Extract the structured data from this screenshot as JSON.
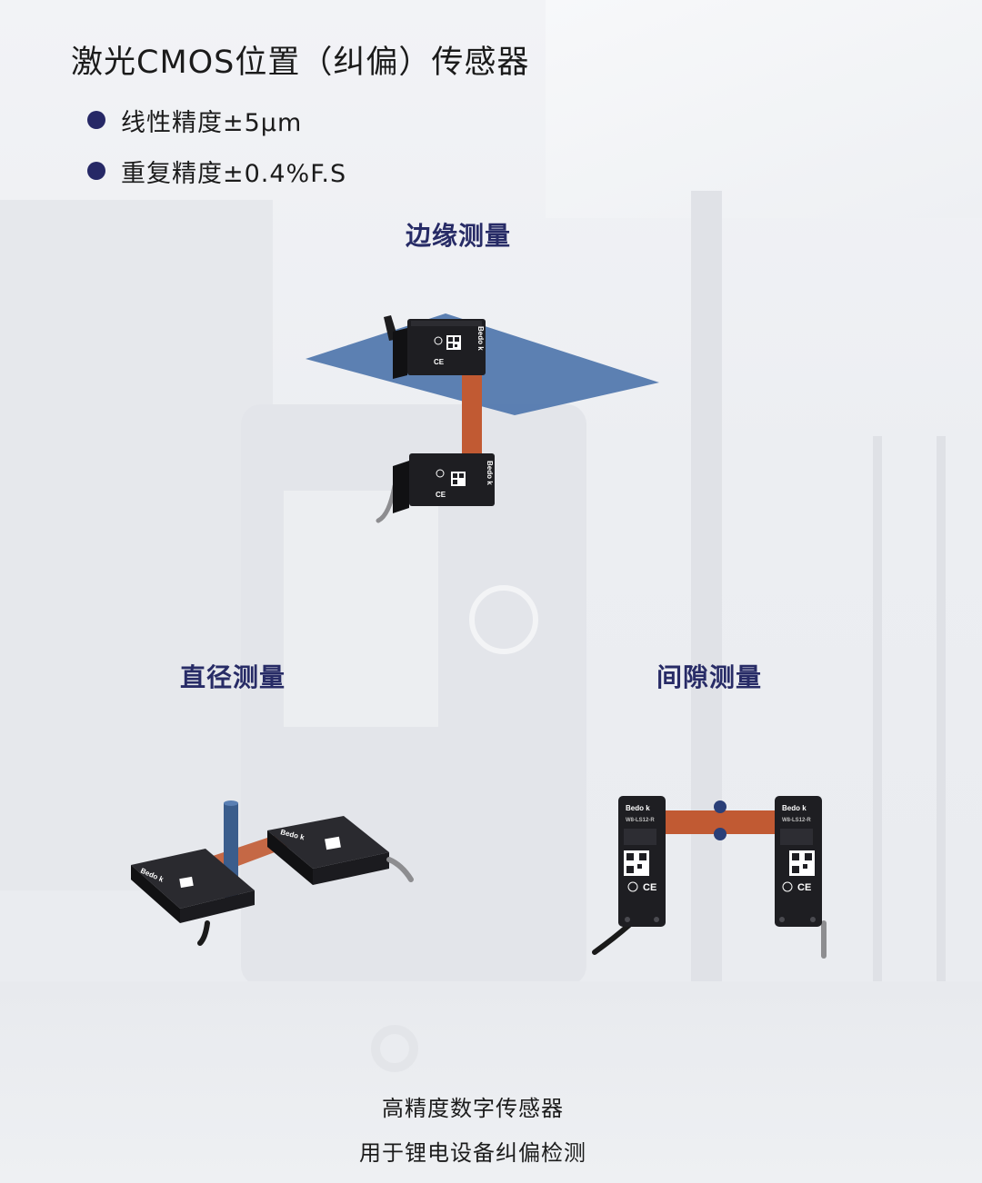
{
  "title": "激光CMOS位置（纠偏）传感器",
  "specs": [
    "线性精度±5μm",
    "重复精度±0.4%F.S"
  ],
  "sections": {
    "edge": "边缘测量",
    "diameter": "直径测量",
    "gap": "间隙测量"
  },
  "sensor": {
    "brand": "Bedo k",
    "model": "W8-LS12-R",
    "ce_mark": "CE"
  },
  "captions": [
    "高精度数字传感器",
    "用于锂电设备纠偏检测"
  ],
  "colors": {
    "accent": "#272b66",
    "bullet": "#262866",
    "beam": "#c15a33",
    "plane": "#4f76ad",
    "rod": "#3b5d8c",
    "sensor_body": "#1e1e22"
  }
}
